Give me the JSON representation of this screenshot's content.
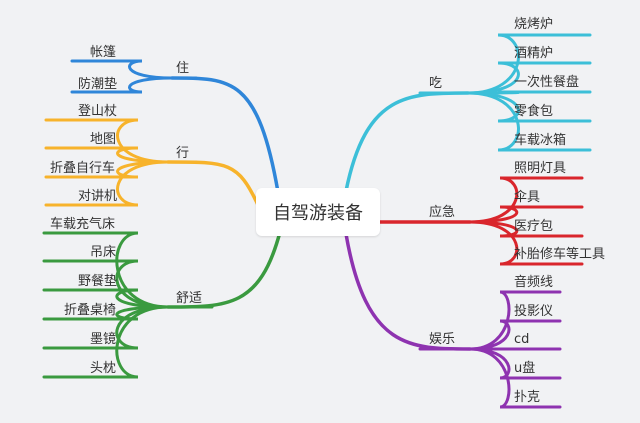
{
  "root": "自驾游装备",
  "branches": {
    "zhu": {
      "label": "住",
      "color": "#2f86d9",
      "items": [
        "帐篷",
        "防潮垫"
      ]
    },
    "xing": {
      "label": "行",
      "color": "#f7b32b",
      "items": [
        "登山杖",
        "地图",
        "折叠自行车",
        "对讲机"
      ]
    },
    "shushi": {
      "label": "舒适",
      "color": "#3a9a3f",
      "items": [
        "车载充气床",
        "吊床",
        "野餐垫",
        "折叠桌椅",
        "墨镜",
        "头枕"
      ]
    },
    "chi": {
      "label": "吃",
      "color": "#3cbfd8",
      "items": [
        "烧烤炉",
        "酒精炉",
        "一次性餐盘",
        "零食包",
        "车载冰箱"
      ]
    },
    "yingji": {
      "label": "应急",
      "color": "#d9262c",
      "items": [
        "照明灯具",
        "伞具",
        "医疗包",
        "补胎修车等工具"
      ]
    },
    "yule": {
      "label": "娱乐",
      "color": "#8e33b0",
      "items": [
        "音频线",
        "投影仪",
        "cd",
        "u盘",
        "扑克"
      ]
    }
  }
}
